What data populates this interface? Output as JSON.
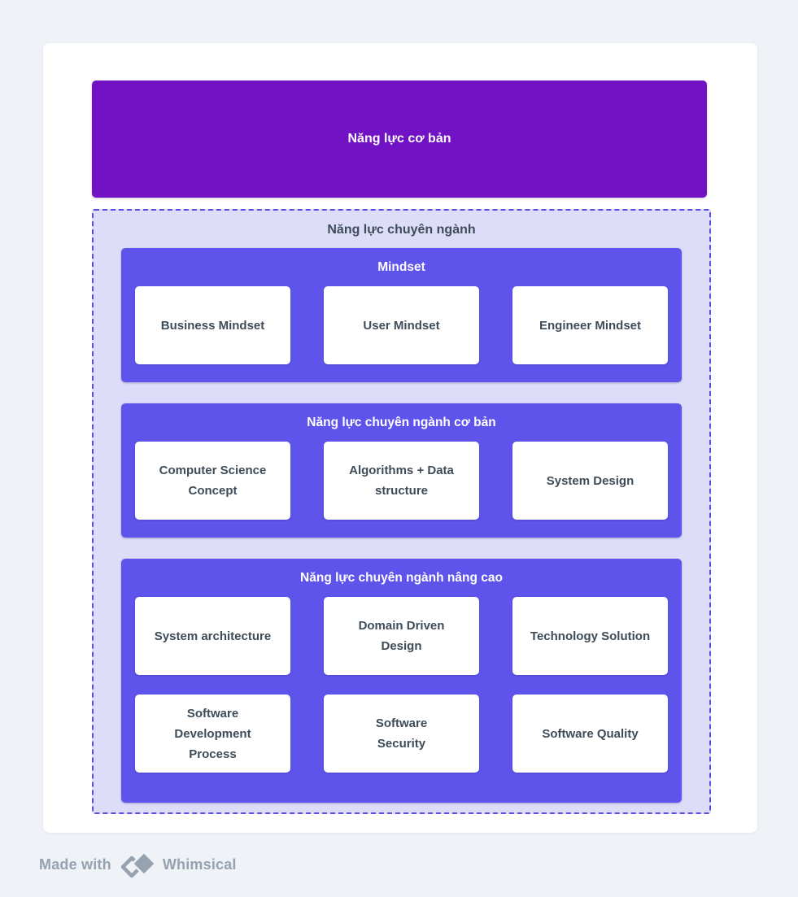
{
  "colors": {
    "page_bg": "#EFF2F6",
    "card_fill": "#FFFFFF",
    "root_fill": "#7112C5",
    "section_fill": "#5E54EC",
    "group_fill": "#DDDCF9",
    "group_border": "#5A50E0",
    "text_dark": "#3E4C59",
    "text_light": "#FFFFFF",
    "footer_text": "#96A2B0"
  },
  "diagram": {
    "root": {
      "label": "Năng lực cơ bản"
    },
    "group": {
      "title": "Năng lực chuyên ngành",
      "sections": [
        {
          "title": "Mindset",
          "cards": [
            "Business Mindset",
            "User Mindset",
            "Engineer Mindset"
          ]
        },
        {
          "title": "Năng lực chuyên ngành cơ bản",
          "cards": [
            "Computer Science\nConcept",
            "Algorithms + Data\nstructure",
            "System Design"
          ]
        },
        {
          "title": "Năng lực chuyên ngành nâng cao",
          "cards": [
            "System architecture",
            "Domain Driven\nDesign",
            "Technology Solution",
            "Software\nDevelopment\nProcess",
            "Software\nSecurity",
            "Software Quality"
          ]
        }
      ]
    }
  },
  "footer": {
    "made_with": "Made with",
    "brand": "Whimsical"
  }
}
